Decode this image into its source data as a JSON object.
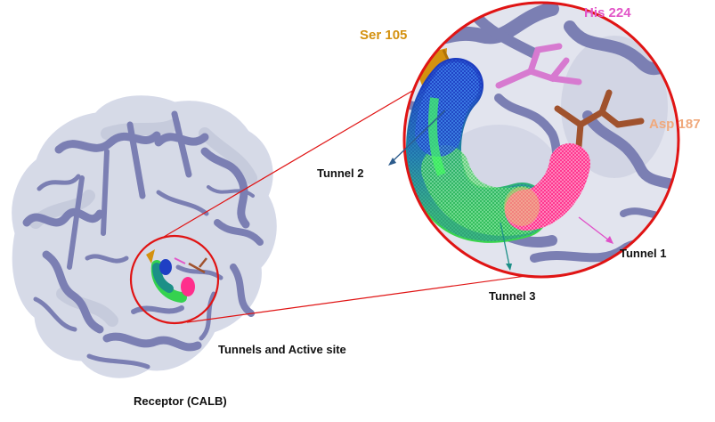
{
  "labels": {
    "ser": "Ser 105",
    "his": "His 224",
    "asp": "Asp 187",
    "tunnel1": "Tunnel 1",
    "tunnel2": "Tunnel 2",
    "tunnel3": "Tunnel 3",
    "active_site": "Tunnels and Active site",
    "receptor": "Receptor (CALB)"
  },
  "colors": {
    "ribbon": "#7b7fb3",
    "surface": "#c3c9dc",
    "ser": "#d4910f",
    "his": "#e256c8",
    "asp": "#f0a97c",
    "tunnel_blue": "#1f3fc4",
    "tunnel_green": "#35d24f",
    "tunnel_pink": "#ff2f8c",
    "circle_red": "#e01414",
    "arrow_teal": "#1c8f87",
    "arrow_navy": "#2c5b8c",
    "arrow_pink": "#e050c8",
    "stick_brown": "#a0522d"
  }
}
